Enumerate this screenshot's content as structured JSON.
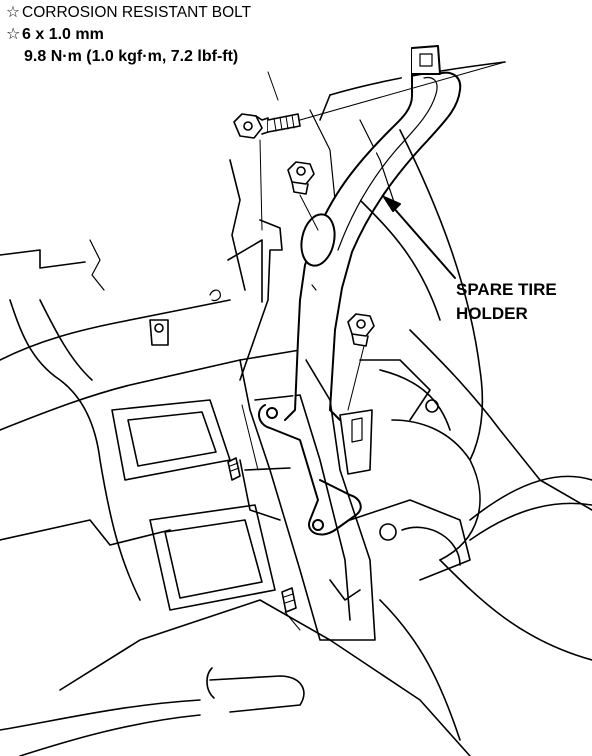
{
  "spec": {
    "star": "☆",
    "bolt_label": "CORROSION RESISTANT BOLT",
    "size_label": "6 x 1.0 mm",
    "torque_label": "9.8 N·m (1.0 kgf·m, 7.2 lbf-ft)"
  },
  "callout": {
    "line1": "SPARE TIRE",
    "line2": "HOLDER"
  },
  "colors": {
    "ink": "#000000",
    "paper": "#ffffff"
  }
}
